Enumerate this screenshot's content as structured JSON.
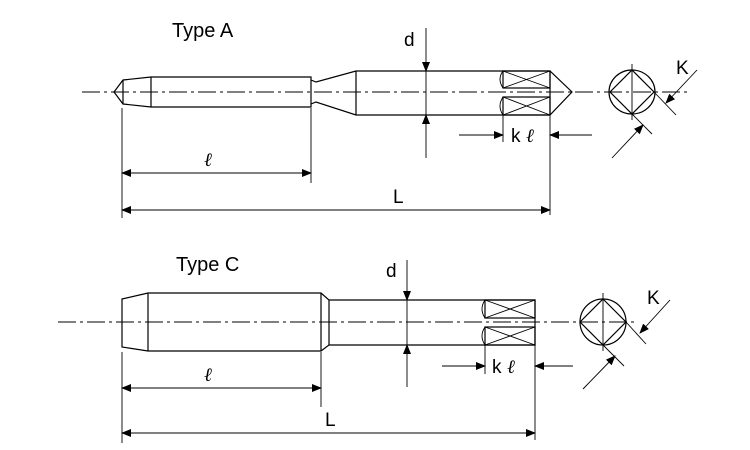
{
  "type_a": {
    "title": "Type A",
    "d": "d",
    "k": "k",
    "l": "ℓ",
    "L": "L",
    "K": "K"
  },
  "type_c": {
    "title": "Type C",
    "d": "d",
    "k": "k",
    "l": "ℓ",
    "L": "L",
    "K": "K"
  }
}
